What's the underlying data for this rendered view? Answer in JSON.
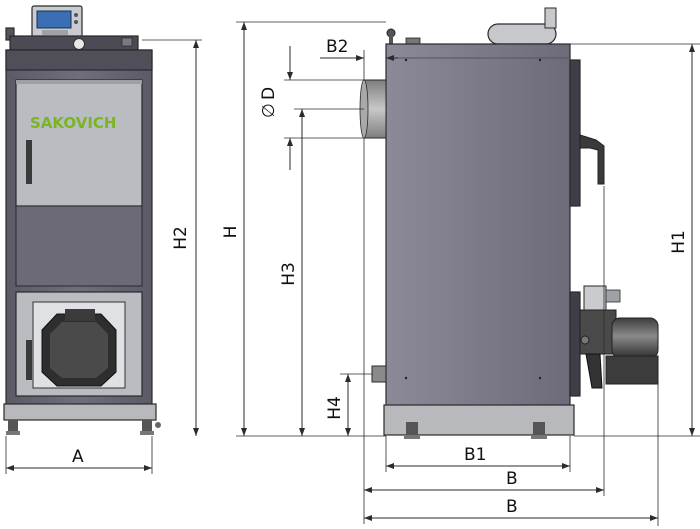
{
  "brand": {
    "logo_text": "SAKOVICH"
  },
  "dimensions": {
    "A": "A",
    "B": "B",
    "B_total": "B",
    "B1": "B1",
    "B2": "B2",
    "D": "D",
    "D_symbol": "∅",
    "H": "H",
    "H1": "H1",
    "H2": "H2",
    "H3": "H3",
    "H4": "H4"
  },
  "colors": {
    "body_dark": "#6e6d7a",
    "body_side": "#8a8896",
    "panel_light": "#b9bcc1",
    "panel_frame": "#9da0a7",
    "controller_screen": "#3b6fb5",
    "logo_green": "#7ab526",
    "pipe": "#9a9a9a",
    "dim_lines": "#2b2b2b"
  }
}
